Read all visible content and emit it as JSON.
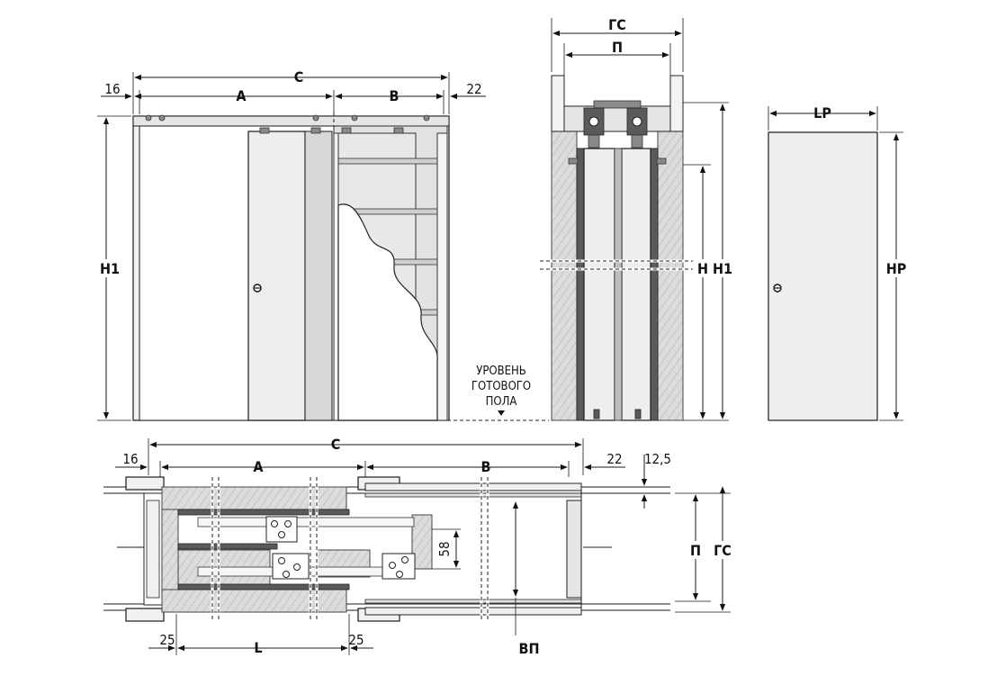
{
  "front_view": {
    "dim_c": "C",
    "dim_a": "A",
    "dim_b": "B",
    "dim_16": "16",
    "dim_22": "22",
    "dim_h1": "H1"
  },
  "floor_note": {
    "line1": "УРОВЕНЬ",
    "line2": "ГОТОВОГО",
    "line3": "ПОЛА"
  },
  "section_view": {
    "dim_gc": "ГС",
    "dim_p": "П",
    "dim_h": "H",
    "dim_h1": "H1"
  },
  "door_leaf": {
    "dim_lp": "LP",
    "dim_hp": "HP"
  },
  "plan_view": {
    "dim_c": "C",
    "dim_a": "A",
    "dim_b": "B",
    "dim_16": "16",
    "dim_22": "22",
    "dim_12_5": "12,5",
    "dim_58": "58",
    "dim_p": "П",
    "dim_gc": "ГС",
    "dim_25_left": "25",
    "dim_l": "L",
    "dim_25_right": "25",
    "dim_vp": "ВП"
  }
}
